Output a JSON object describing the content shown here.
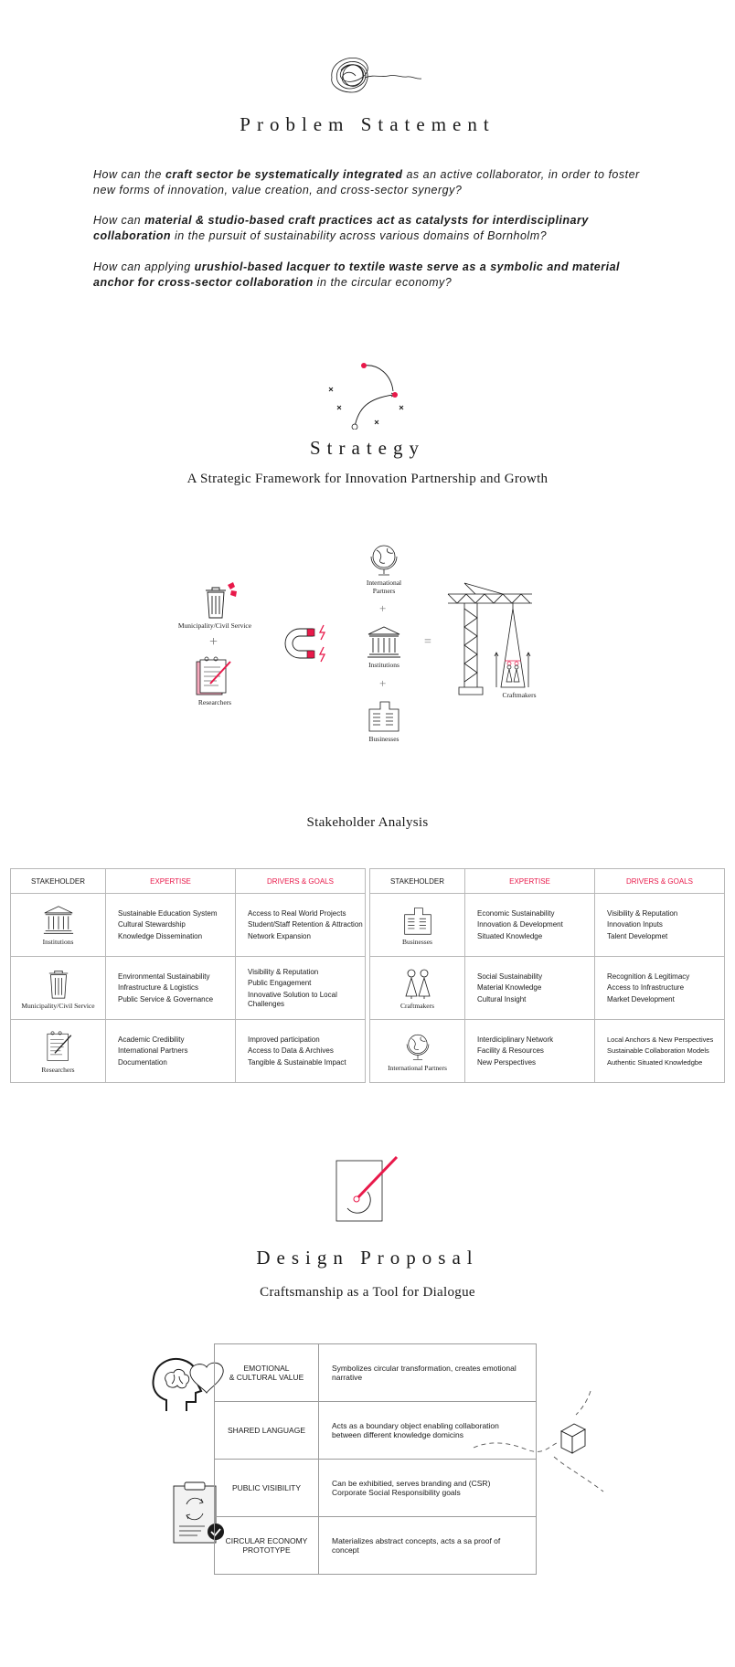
{
  "problem": {
    "title": "Problem Statement",
    "p1": {
      "a": "How can the ",
      "b": "craft sector be systematically integrated",
      "c": " as an active collaborator, in order to foster new forms of innovation, value creation, and cross-sector synergy?"
    },
    "p2": {
      "a": "How can ",
      "b": "material & studio-based craft practices act as catalysts for interdisciplinary collaboration",
      "c": " in the pursuit of sustainability across various domains of Bornholm?"
    },
    "p3": {
      "a": "How can applying ",
      "b": "urushiol-based lacquer to textile waste serve as a symbolic and material anchor for cross-sector collaboration",
      "c": " in the circular economy?"
    }
  },
  "strategy": {
    "title": "Strategy",
    "subtitle": "A Strategic Framework for Innovation Partnership and Growth",
    "labels": {
      "municipality": "Municipality/Civil Service",
      "researchers": "Researchers",
      "international": "International Partners",
      "institutions": "Institutions",
      "businesses": "Businesses",
      "craftmakers": "Craftmakers",
      "plus": "+",
      "equals": "="
    }
  },
  "stakeholder": {
    "title": "Stakeholder Analysis",
    "headers": {
      "stakeholder": "STAKEHOLDER",
      "expertise": "EXPERTISE",
      "drivers": "DRIVERS & GOALS"
    },
    "left": [
      {
        "name": "Institutions",
        "icon": "institution-icon",
        "expertise": [
          "Sustainable Education System",
          "Cultural Stewardship",
          "Knowledge Dissemination"
        ],
        "drivers": [
          "Access to Real World Projects",
          "Student/Staff Retention & Attraction",
          "Network Expansion"
        ]
      },
      {
        "name": "Municipality/Civil Service",
        "icon": "trash-bin-icon",
        "expertise": [
          "Environmental Sustainability",
          "Infrastructure & Logistics",
          "Public Service & Governance"
        ],
        "drivers": [
          "Visibility & Reputation",
          "Public Engagement",
          "Innovative Solution to Local Challenges"
        ]
      },
      {
        "name": "Researchers",
        "icon": "notepad-icon",
        "expertise": [
          "Academic Credibility",
          "International Partners",
          "Documentation"
        ],
        "drivers": [
          "Improved participation",
          "Access to Data & Archives",
          "Tangible & Sustainable Impact"
        ]
      }
    ],
    "right": [
      {
        "name": "Businesses",
        "icon": "building-icon",
        "expertise": [
          "Economic Sustainability",
          "Innovation & Development",
          "Situated Knowledge"
        ],
        "drivers": [
          "Visibility & Reputation",
          "Innovation Inputs",
          "Talent Developmet"
        ]
      },
      {
        "name": "Craftmakers",
        "icon": "craftmaker-figures-icon",
        "expertise": [
          "Social Sustainability",
          "Material Knowledge",
          "Cultural Insight"
        ],
        "drivers": [
          "Recognition & Legitimacy",
          "Access to Infrastructure",
          "Market Development"
        ]
      },
      {
        "name": "International Partners",
        "icon": "globe-icon",
        "expertise": [
          "Interdiciplinary Network",
          "Facility & Resources",
          "New Perspectives"
        ],
        "drivers": [
          "Local Anchors & New Perspectives",
          "Sustainable Collaboration Models",
          "Authentic Situated Knowledgbe"
        ]
      }
    ]
  },
  "design": {
    "title": "Design Proposal",
    "subtitle": "Craftsmanship as a Tool for Dialogue",
    "rows": [
      {
        "label": "EMOTIONAL\n& CULTURAL VALUE",
        "desc": "Symbolizes circular transformation, creates emotional narrative"
      },
      {
        "label": "SHARED LANGUAGE",
        "desc": "Acts as a boundary object enabling collaboration between different knowledge domicins"
      },
      {
        "label": "PUBLIC VISIBILITY",
        "desc": "Can be exhibitied, serves branding and (CSR) Corporate Social Responsibility goals"
      },
      {
        "label": "CIRCULAR ECONOMY\nPROTOTYPE",
        "desc": "Materializes abstract concepts, acts a sa proof of concept"
      }
    ]
  },
  "colors": {
    "accent": "#e8194a",
    "line": "#1a1a1a",
    "grid": "#b8b8b8"
  }
}
